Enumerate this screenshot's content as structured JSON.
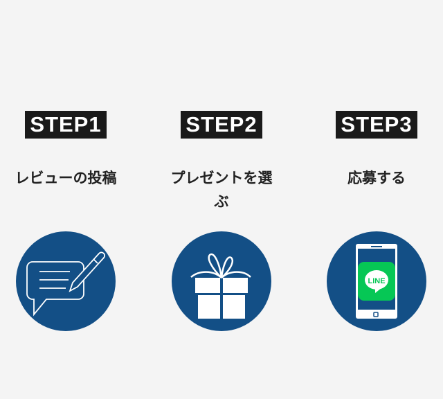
{
  "steps": [
    {
      "badge": "STEP1",
      "label": "レビューの投稿",
      "icon": "review-pen-icon"
    },
    {
      "badge": "STEP2",
      "label": "プレゼントを選ぶ",
      "icon": "gift-icon"
    },
    {
      "badge": "STEP3",
      "label": "応募する",
      "icon": "smartphone-line-icon",
      "app_text": "LINE"
    }
  ],
  "colors": {
    "circle": "#134f86",
    "badge": "#1a1a1a",
    "line_green": "#06c755"
  }
}
